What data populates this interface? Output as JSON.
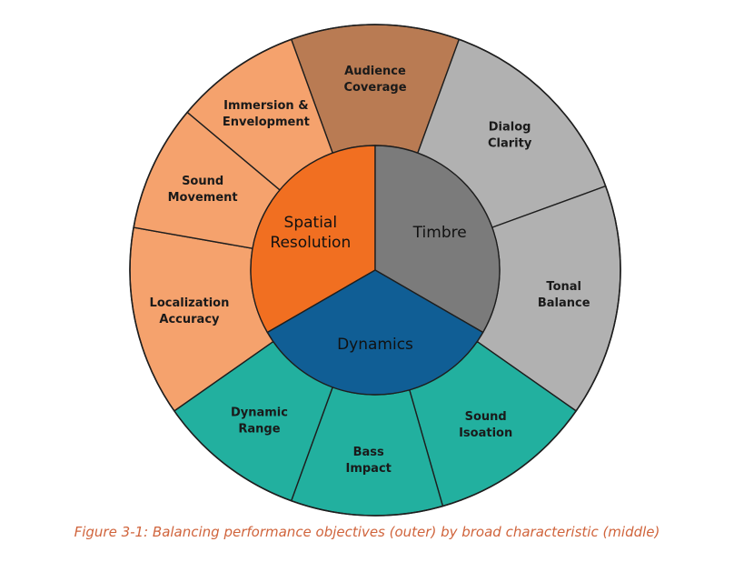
{
  "inner": [
    {
      "label": [
        "Spatial",
        "Resolution"
      ],
      "color": "#f16f21",
      "start": 240,
      "end": 360
    },
    {
      "label": [
        "Timbre"
      ],
      "color": "#7b7b7b",
      "start": 0,
      "end": 120
    },
    {
      "label": [
        "Dynamics"
      ],
      "color": "#105e95",
      "start": 120,
      "end": 240
    }
  ],
  "outer": [
    {
      "label": [
        "Audience",
        "Coverage"
      ],
      "color": "#b97b53",
      "start": -20,
      "end": 20
    },
    {
      "label": [
        "Dialog",
        "Clarity"
      ],
      "color": "#b1b1b1",
      "start": 20,
      "end": 70
    },
    {
      "label": [
        "Tonal",
        "Balance"
      ],
      "color": "#b1b1b1",
      "start": 70,
      "end": 125
    },
    {
      "label": [
        "Sound",
        "Isoation"
      ],
      "color": "#22b09f",
      "start": 125,
      "end": 164
    },
    {
      "label": [
        "Bass",
        "Impact"
      ],
      "color": "#22b09f",
      "start": 164,
      "end": 200
    },
    {
      "label": [
        "Dynamic",
        "Range"
      ],
      "color": "#22b09f",
      "start": 200,
      "end": 235
    },
    {
      "label": [
        "Localization",
        "Accuracy"
      ],
      "color": "#f5a26d",
      "start": 235,
      "end": 280
    },
    {
      "label": [
        "Sound",
        "Movement"
      ],
      "color": "#f5a26d",
      "start": 280,
      "end": 310
    },
    {
      "label": [
        "Immersion &",
        "Envelopment"
      ],
      "color": "#f5a26d",
      "start": 310,
      "end": 340
    }
  ],
  "caption": "Figure 3-1:  Balancing performance objectives (outer) by broad characteristic (middle)"
}
